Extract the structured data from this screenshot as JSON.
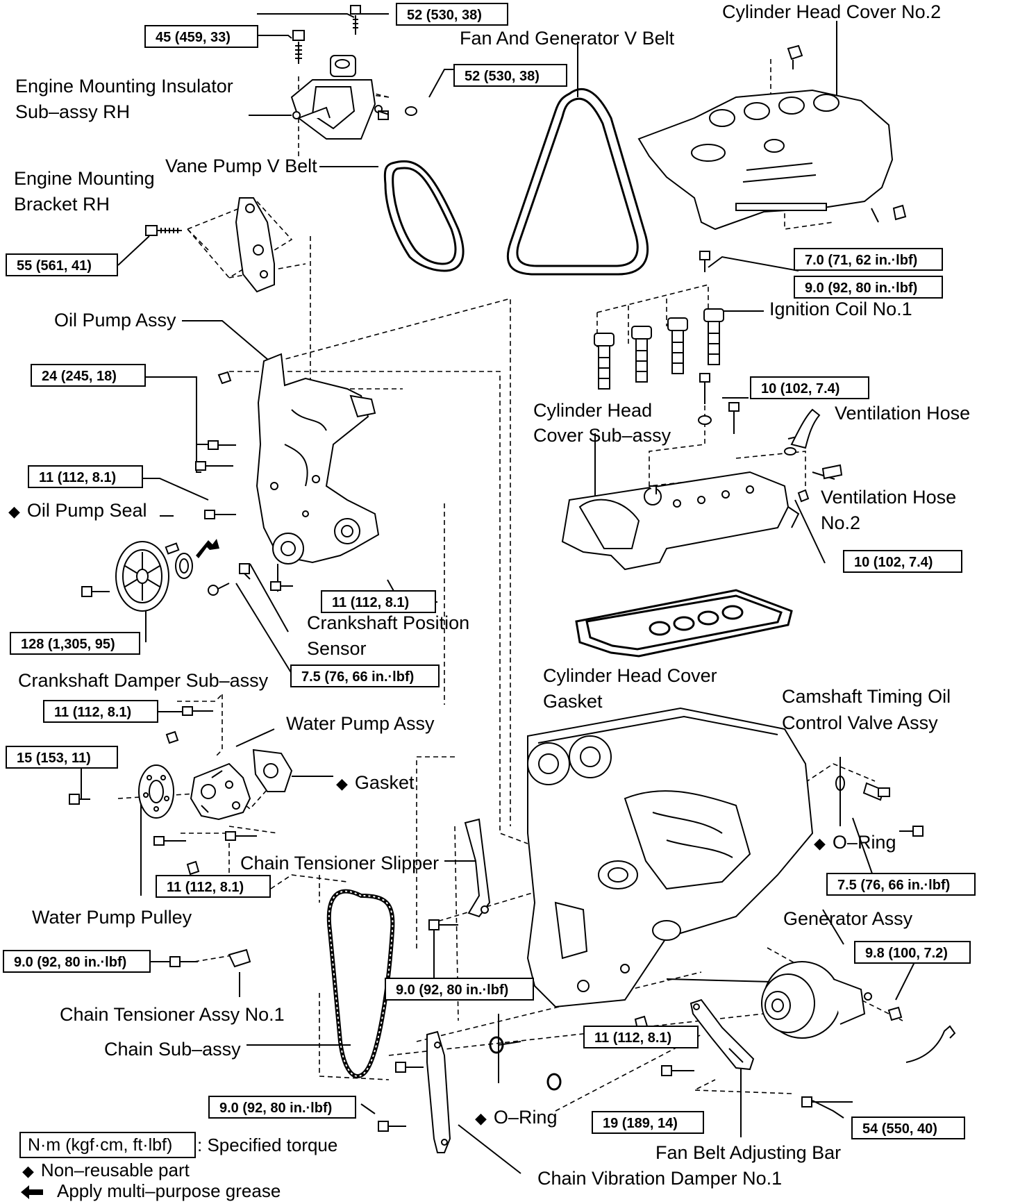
{
  "labels": {
    "engine_mounting_insulator": [
      "Engine Mounting Insulator",
      "Sub–assy RH"
    ],
    "fan_generator_belt": "Fan And Generator V Belt",
    "cylinder_head_cover_no2": "Cylinder Head Cover No.2",
    "engine_mounting_bracket": [
      "Engine Mounting",
      "Bracket RH"
    ],
    "vane_pump_belt": "Vane Pump V Belt",
    "ignition_coil": "Ignition Coil No.1",
    "oil_pump_assy": "Oil Pump Assy",
    "oil_pump_seal": "Oil Pump Seal",
    "ventilation_hose": "Ventilation Hose",
    "cylinder_head_cover_subassy": [
      "Cylinder Head",
      "Cover Sub–assy"
    ],
    "ventilation_hose_no2": [
      "Ventilation Hose",
      "No.2"
    ],
    "crankshaft_position_sensor": [
      "Crankshaft Position",
      "Sensor"
    ],
    "crankshaft_damper": "Crankshaft Damper Sub–assy",
    "cylinder_head_cover_gasket": [
      "Cylinder Head Cover",
      "Gasket"
    ],
    "camshaft_timing_valve": [
      "Camshaft Timing Oil",
      "Control Valve Assy"
    ],
    "water_pump_assy": "Water Pump Assy",
    "gasket": "Gasket",
    "o_ring_upper": "O–Ring",
    "chain_tensioner_slipper": "Chain Tensioner Slipper",
    "water_pump_pulley": "Water Pump Pulley",
    "generator_assy": "Generator Assy",
    "chain_tensioner_assy": "Chain Tensioner Assy No.1",
    "chain_subassy": "Chain Sub–assy",
    "o_ring_lower": "O–Ring",
    "fan_belt_adjusting_bar": "Fan Belt Adjusting Bar",
    "chain_vibration_damper": "Chain Vibration Damper No.1"
  },
  "torques": {
    "t_52a": "52 (530, 38)",
    "t_45": "45 (459, 33)",
    "t_52b": "52 (530, 38)",
    "t_55": "55 (561, 41)",
    "t_7_0": "7.0 (71, 62 in.·lbf)",
    "t_9_0_coil": "9.0 (92, 80 in.·lbf)",
    "t_24": "24 (245, 18)",
    "t_10a": "10 (102, 7.4)",
    "t_11_oilpump": "11 (112, 8.1)",
    "t_10b": "10 (102, 7.4)",
    "t_11_center": "11 (112, 8.1)",
    "t_128": "128 (1,305, 95)",
    "t_7_5_sensor": "7.5 (76, 66 in.·lbf)",
    "t_11_waterpump": "11 (112, 8.1)",
    "t_15": "15 (153, 11)",
    "t_7_5_valve": "7.5 (76, 66 in.·lbf)",
    "t_11_lowleft": "11 (112, 8.1)",
    "t_9_8": "9.8 (100, 7.2)",
    "t_9_0_tensioner": "9.0 (92, 80 in.·lbf)",
    "t_9_0_slipper": "9.0 (92, 80 in.·lbf)",
    "t_11_adjbar": "11 (112, 8.1)",
    "t_19": "19 (189, 14)",
    "t_54": "54 (550, 40)",
    "t_9_0_damper": "9.0 (92, 80 in.·lbf)"
  },
  "legend": {
    "torque_unit": "N·m (kgf·cm, ft·lbf)",
    "torque_desc": ": Specified torque",
    "nonreusable": "Non–reusable part",
    "grease": "Apply multi–purpose grease"
  },
  "symbols": {
    "diamond": "◆",
    "arrow_icon": "left-arrow-icon"
  }
}
